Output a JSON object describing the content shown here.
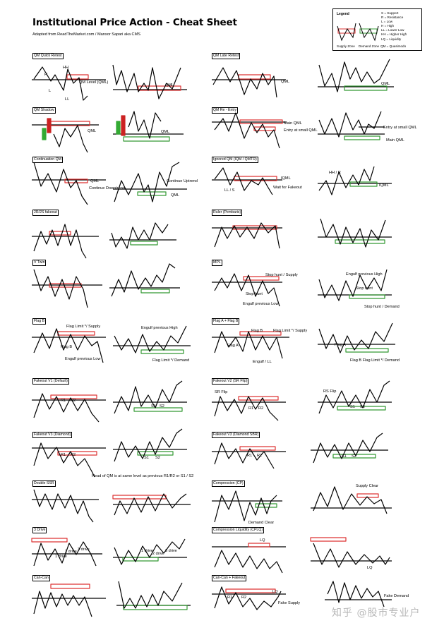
{
  "header": {
    "title": "Institutional Price Action - Cheat Sheet",
    "subtitle": "Adapted from ReadTheMarket.com / Mansor Sapari aka CMS"
  },
  "legend": {
    "title": "Legend",
    "lines": [
      "S = Support",
      "R = Resistance",
      "L = Low",
      "H = High",
      "LL = Lower Low",
      "HH = Higher High",
      "LQ = Liquidity",
      "QM = Quasimodo"
    ],
    "supply_zone": "Supply Zone",
    "demand_zone": "Demand Zone",
    "qm_note": "QM = Quasimodo"
  },
  "sections": [
    {
      "label": "QM Quick Retest"
    },
    {
      "label": "QM Late Retest"
    },
    {
      "label": "QM Shadow"
    },
    {
      "label": "QM Re - Entry"
    },
    {
      "label": "Continuation QM"
    },
    {
      "label": "Ignored QM (IQM / QMTR)"
    },
    {
      "label": "2R/2S fakeout"
    },
    {
      "label": "Ruler (Pembaris)"
    },
    {
      "label": "V Twin"
    },
    {
      "label": "MPL"
    },
    {
      "label": "Flag B"
    },
    {
      "label": "Flag A + Flag B"
    },
    {
      "label": "Fakeout V1 (Default)"
    },
    {
      "label": "Fakeout V2 (SR Flip)"
    },
    {
      "label": "Fakeout V3 (Diamond)"
    },
    {
      "label": "Fakeout V3 (Diamond SBR)"
    },
    {
      "label": "Double SSR"
    },
    {
      "label": "Compression (CP)"
    },
    {
      "label": "3 Drive"
    },
    {
      "label": "Compression Liquidity (CPLQ)"
    },
    {
      "label": "Can-Can"
    },
    {
      "label": "Can-Can + Fakeout"
    }
  ],
  "annotations": {
    "h": "H",
    "hh": "HH",
    "l": "L",
    "ll": "LL",
    "qml_level": "QM Level (QML)",
    "qml": "QML",
    "main_qml": "Main QML",
    "entry_small_qml": "Entry at small QML",
    "continue_downtrend": "Continue Downtrend",
    "continue_uptrend": "Continue Uptrend",
    "iqml": "IQML",
    "wait_fakeout": "Wait for Fakeout",
    "ll_s": "LL / S",
    "hh_r": "HH / R",
    "r": "R",
    "s": "S",
    "stop_hunt_supply": "Stop hunt / Supply",
    "stop_hunt": "Stop hunt",
    "engulf_prev_low": "Engulf previous Low",
    "engulf_prev_high": "Engulf previous High",
    "stop_hunt_demand": "Stop hunt / Demand",
    "flag_limit_supply": "Flag Limit */ Supply",
    "flag_limit_demand": "Flag Limit */ Demand",
    "flag_b": "Flag B",
    "flag_a": "Flag A",
    "engulf_ll": "Engulf / LL",
    "flag_b_flag_limit": "Flag B Flag Limit */ Demand",
    "r1": "R1",
    "r2": "R2",
    "s1": "S1",
    "s2": "S2",
    "sr_flip": "SR Flip",
    "rs_flip": "RS Flip",
    "diamond_note": "Head of QM is at same level as previous R1/R2 or S1 / S2",
    "supply_clear": "Supply Clear",
    "demand_clear": "Demand Clear",
    "drive_1": "1 drive",
    "drive_2": "2 drive",
    "drive_3": "3 drive",
    "lq": "LQ",
    "fake_supply": "Fake Supply",
    "fake_demand": "Fake Demand"
  },
  "watermark": "知乎 @股市专业户"
}
